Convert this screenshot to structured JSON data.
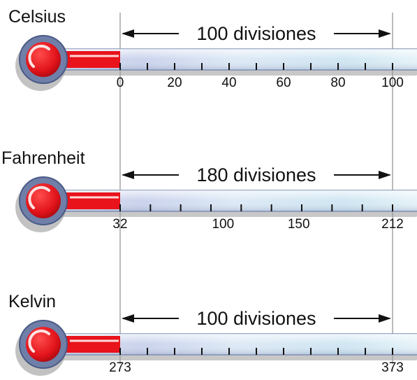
{
  "colors": {
    "mercury": "#e8131b",
    "mercury_dark": "#8e0a12",
    "bulb_ring": "#6f7fa8",
    "tube_light": "#e8f4fa",
    "tube_mid": "#c8d6ea",
    "ticks": "#111111",
    "guide_lines": "#666666",
    "shadow": "#9a9a9a"
  },
  "thermometers": [
    {
      "name": "Celsius",
      "divisions_label": "100 divisiones",
      "minor_ticks": 10,
      "labels": [
        {
          "text": "0",
          "value": 0
        },
        {
          "text": "20",
          "value": 20
        },
        {
          "text": "40",
          "value": 40
        },
        {
          "text": "60",
          "value": 60
        },
        {
          "text": "80",
          "value": 80
        },
        {
          "text": "100",
          "value": 100
        }
      ],
      "range": [
        0,
        100
      ]
    },
    {
      "name": "Fahrenheit",
      "divisions_label": "180 divisiones",
      "minor_ticks": 9,
      "labels": [
        {
          "text": "32",
          "value": 32
        },
        {
          "text": "100",
          "value": 100
        },
        {
          "text": "150",
          "value": 150
        },
        {
          "text": "212",
          "value": 212
        }
      ],
      "range": [
        32,
        212
      ]
    },
    {
      "name": "Kelvin",
      "divisions_label": "100 divisiones",
      "minor_ticks": 10,
      "labels": [
        {
          "text": "273",
          "value": 273
        },
        {
          "text": "373",
          "value": 373
        }
      ],
      "range": [
        273,
        373
      ]
    }
  ]
}
